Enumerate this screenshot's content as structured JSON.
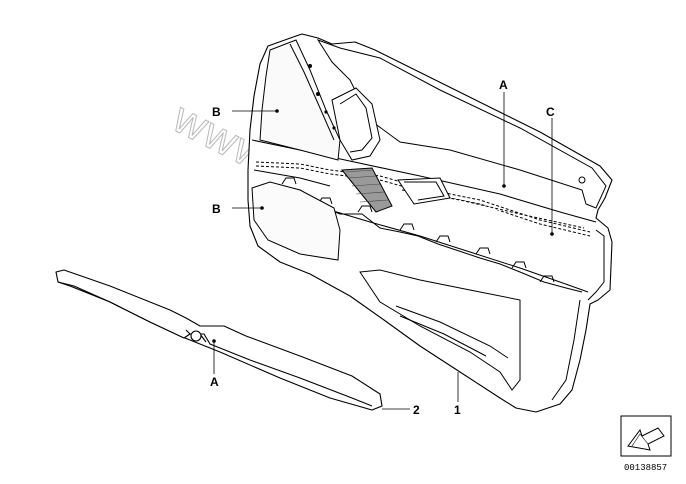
{
  "diagram": {
    "labels": {
      "b_upper": "B",
      "b_lower": "B",
      "a_upper": "A",
      "c": "C",
      "a_lower": "A",
      "part_2": "2",
      "part_1": "1"
    },
    "watermark": "www.BMWstore.pl",
    "reference_number": "00138857",
    "icon": "direction-arrow-icon"
  }
}
